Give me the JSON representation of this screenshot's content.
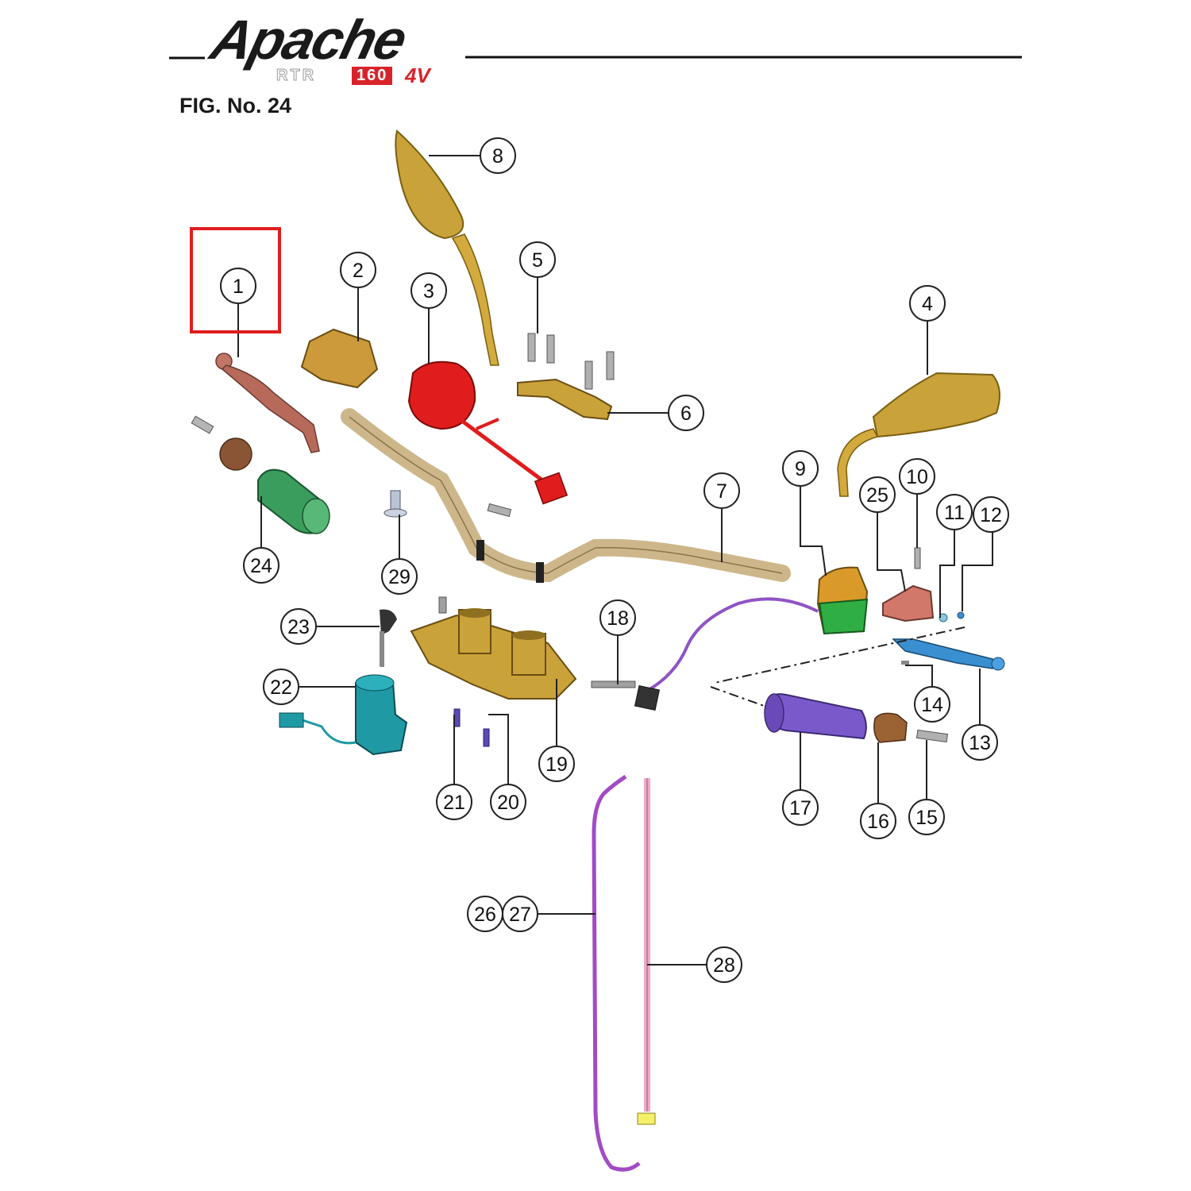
{
  "header": {
    "logo_text": "Apache",
    "model_prefix": "RTR",
    "model_number": "160",
    "model_suffix": "4V",
    "figure_label": "FIG. No. 24"
  },
  "highlight": {
    "part": "1",
    "color": "#e01e1e"
  },
  "callouts": [
    "1",
    "2",
    "3",
    "4",
    "5",
    "6",
    "7",
    "8",
    "9",
    "10",
    "11",
    "12",
    "13",
    "14",
    "15",
    "16",
    "17",
    "18",
    "19",
    "20",
    "21",
    "22",
    "23",
    "24",
    "25",
    "26",
    "27",
    "28",
    "29"
  ],
  "colors": {
    "clutch_lever": "#b86a5a",
    "mirrors": "#c9a23a",
    "left_switch": "#e11c1c",
    "handlebar": "#cdb78a",
    "right_switch": "#2fae44",
    "brake_lever": "#3a8fd0",
    "right_grip": "#7a5acb",
    "left_grip": "#3a9d5e",
    "ignition_switch": "#1f9aa5",
    "throttle_cable": "#a24bc4",
    "clutch_cable": "#f0a9c8"
  }
}
